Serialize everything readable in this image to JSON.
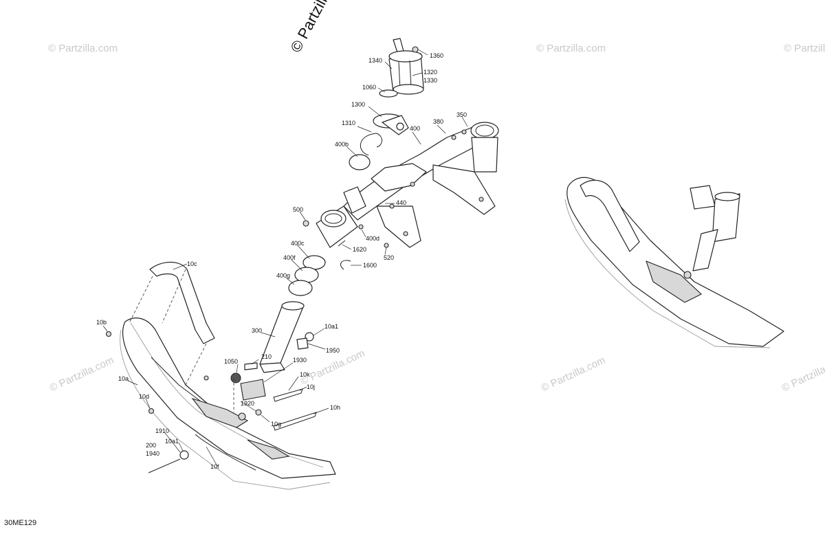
{
  "watermark": {
    "main": "© Partzilla.com",
    "repeat": "© Partzilla.com"
  },
  "diagram_code": "30ME129",
  "callouts": [
    "1360",
    "1340",
    "1320",
    "1330",
    "1060",
    "1300",
    "1310",
    "400b",
    "400",
    "380",
    "350",
    "500",
    "440",
    "400d",
    "400c",
    "1620",
    "400f",
    "1600",
    "520",
    "400g",
    "10c",
    "10b",
    "300",
    "10a1",
    "1950",
    "210",
    "1050",
    "1930",
    "10k",
    "10a",
    "10j",
    "10d",
    "1920",
    "10g",
    "10h",
    "1910",
    "10a1",
    "200",
    "1940",
    "10f"
  ]
}
